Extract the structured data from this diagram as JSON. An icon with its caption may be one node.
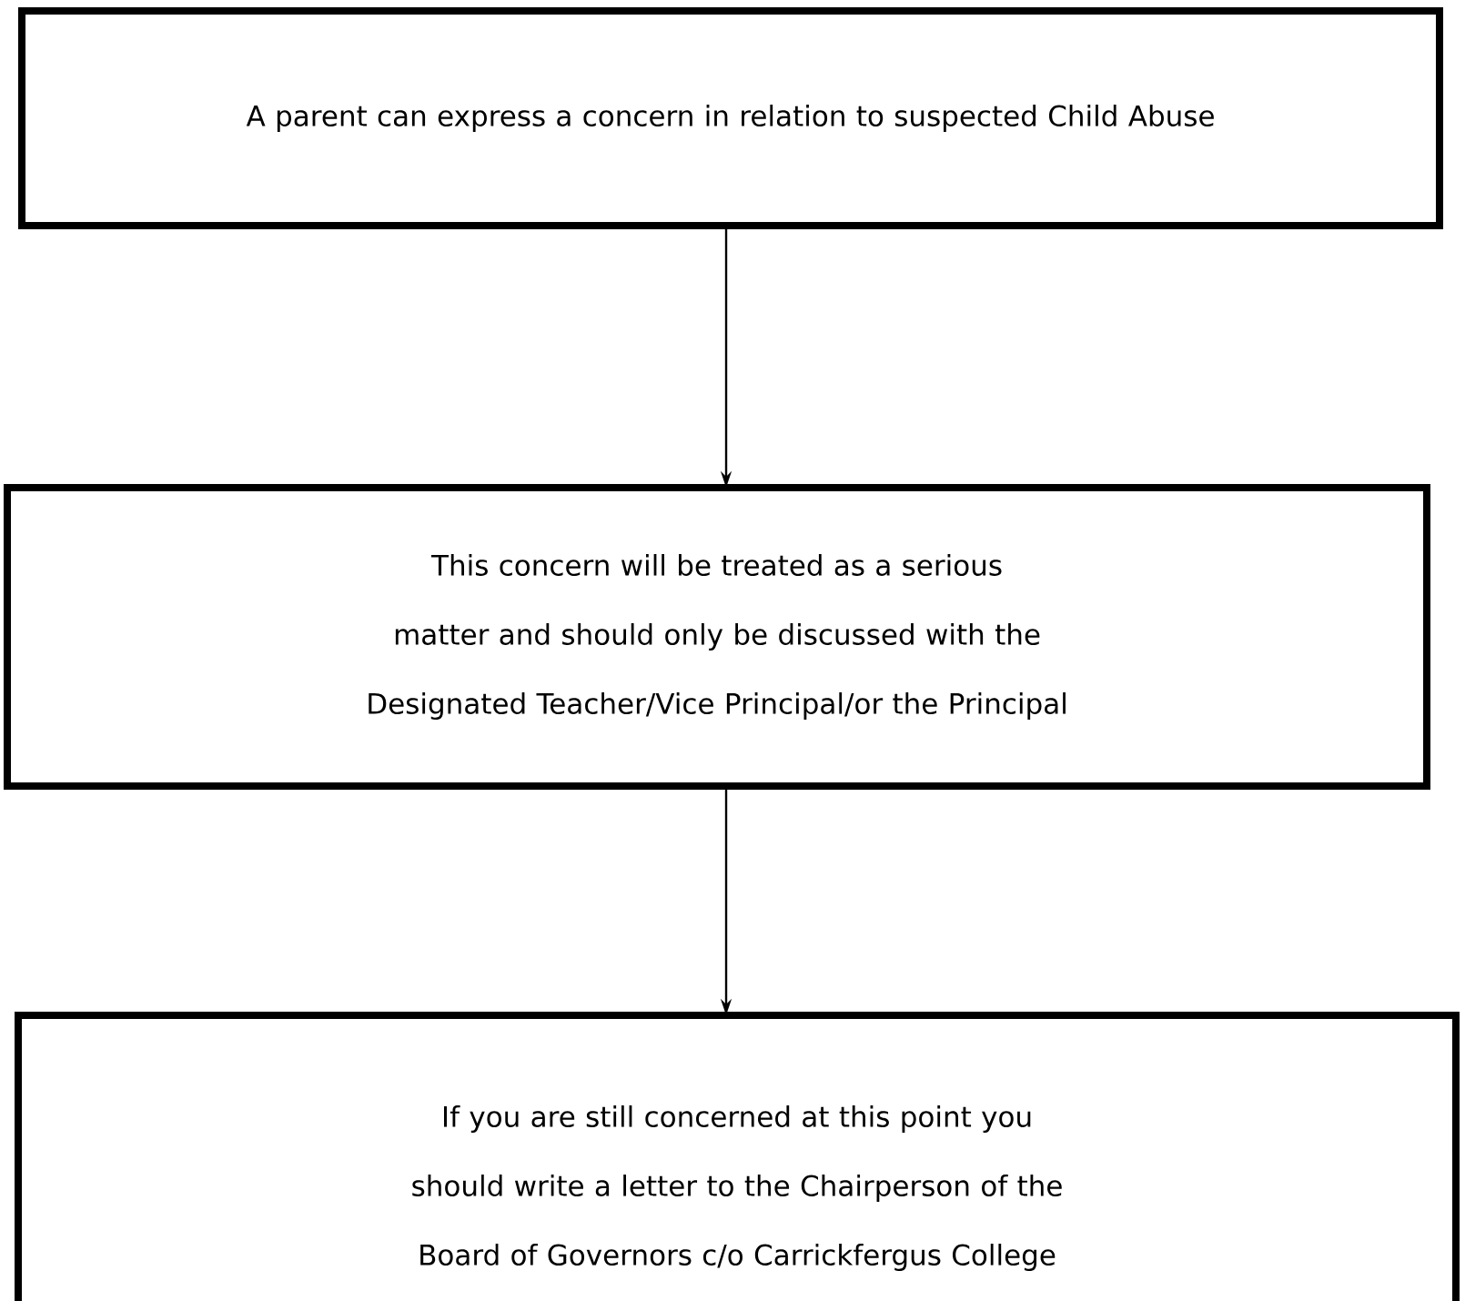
{
  "diagram": {
    "nodes": [
      {
        "text": [
          "A parent can express a concern in relation to suspected Child Abuse"
        ]
      },
      {
        "text": [
          "This concern will be treated as a serious matter and should only be discussed with the Designated Teacher/Vice Principal/or the Principal"
        ]
      },
      {
        "text": [
          "If you are still concerned at this point you should write a letter to the Chairperson of the Board of Governors c/o Carrickfergus College"
        ]
      }
    ],
    "edges": [
      {
        "from": 0,
        "to": 1,
        "arrow": "to"
      },
      {
        "from": 1,
        "to": 2,
        "arrow": "to"
      }
    ]
  }
}
